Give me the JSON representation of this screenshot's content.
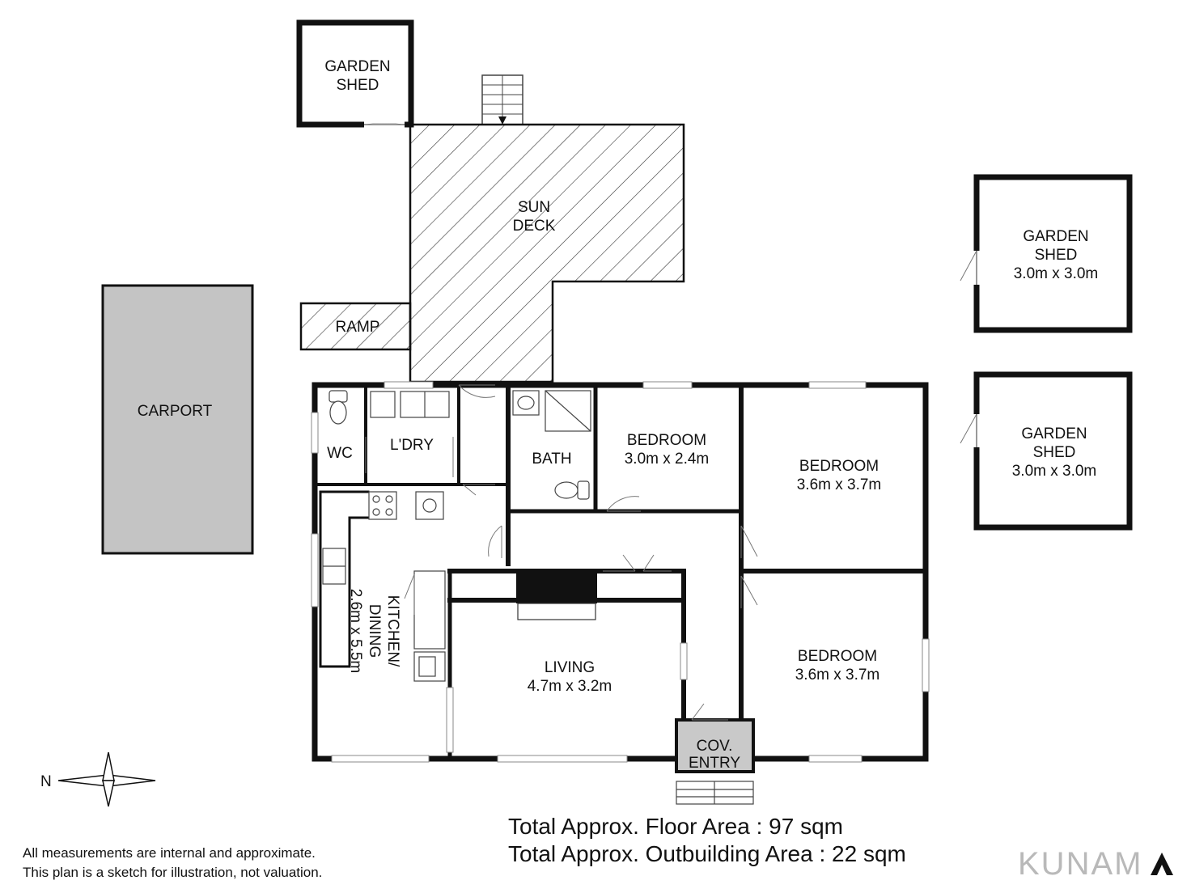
{
  "rooms": {
    "garden_shed_top": {
      "name": "GARDEN\nSHED"
    },
    "sun_deck": {
      "name": "SUN\nDECK"
    },
    "ramp": {
      "name": "RAMP"
    },
    "carport": {
      "name": "CARPORT"
    },
    "wc": {
      "name": "WC"
    },
    "laundry": {
      "name": "L'DRY"
    },
    "bath": {
      "name": "BATH"
    },
    "bedroom1": {
      "name": "BEDROOM",
      "dim": "3.0m x 2.4m"
    },
    "bedroom2": {
      "name": "BEDROOM",
      "dim": "3.6m x 3.7m"
    },
    "bedroom3": {
      "name": "BEDROOM",
      "dim": "3.6m x 3.7m"
    },
    "kitchen": {
      "name": "KITCHEN/\nDINING",
      "dim": "2.6m x 5.5m"
    },
    "living": {
      "name": "LIVING",
      "dim": "4.7m x 3.2m"
    },
    "entry": {
      "name": "COV.\nENTRY"
    },
    "shed_right1": {
      "name": "GARDEN\nSHED",
      "dim": "3.0m x 3.0m"
    },
    "shed_right2": {
      "name": "GARDEN\nSHED",
      "dim": "3.0m x 3.0m"
    }
  },
  "compass": {
    "label": "N"
  },
  "totals": {
    "floor": "Total Approx. Floor Area : 97 sqm",
    "outbuilding": "Total Approx. Outbuilding Area : 22 sqm"
  },
  "disclaimer": {
    "line1": "All measurements are internal and approximate.",
    "line2": "This plan is a sketch for illustration, not valuation."
  },
  "brand": {
    "name": "KUNAM",
    "color": "#b9b9b9"
  },
  "colors": {
    "wall": "#111111",
    "carport": "#c4c4c4",
    "entry": "#c9c9c9"
  }
}
